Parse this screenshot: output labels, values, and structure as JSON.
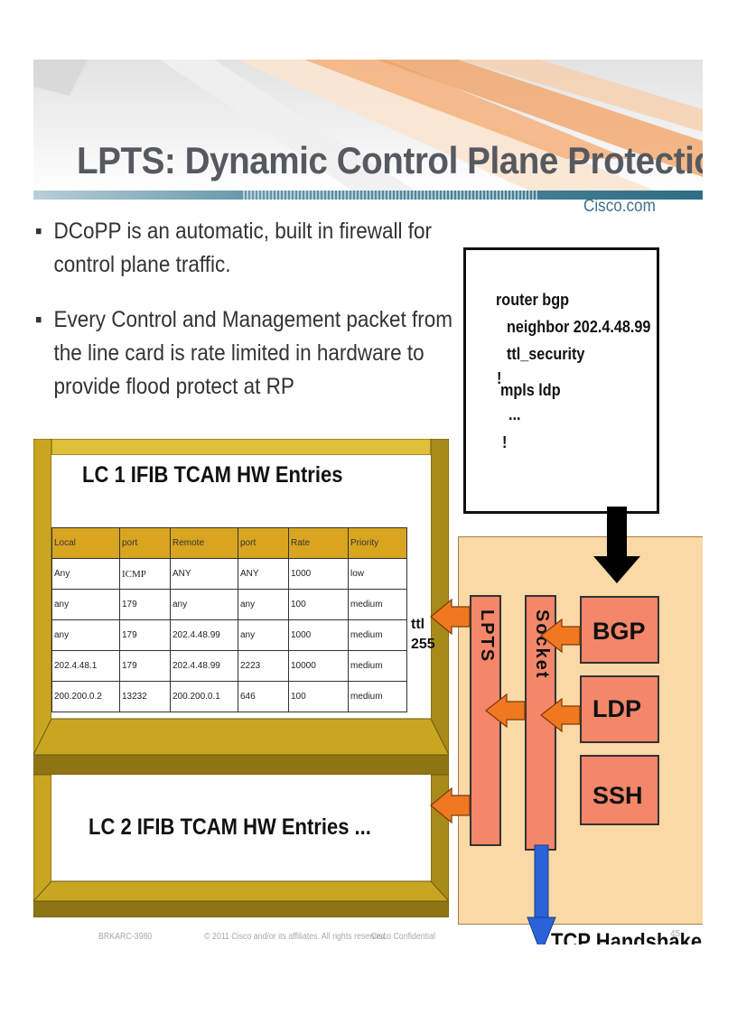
{
  "slide": {
    "title": "LPTS: Dynamic Control Plane Protection",
    "brand": "Cisco.com",
    "bullets": [
      {
        "lines": [
          "DCoPP is an automatic, built in firewall for",
          "control plane traffic."
        ]
      },
      {
        "lines": [
          "Every Control and Management packet from",
          "the line card is rate limited in hardware to",
          "provide flood protect at RP"
        ]
      }
    ],
    "bullet_marker": "▪"
  },
  "config": {
    "lines": [
      "router bgp",
      "neighbor 202.4.48.99",
      "ttl_security",
      "!",
      "mpls ldp",
      "...",
      "!"
    ]
  },
  "lc1": {
    "title": "LC 1 IFIB TCAM HW Entries",
    "columns": [
      "Local",
      "port",
      "Remote",
      "port",
      "Rate",
      "Priority"
    ],
    "rows": [
      [
        "Any",
        "ICMP",
        "ANY",
        "ANY",
        "1000",
        "low"
      ],
      [
        "any",
        "179",
        "any",
        "any",
        "100",
        "medium"
      ],
      [
        "any",
        "179",
        "202.4.48.99",
        "any",
        "1000",
        "medium"
      ],
      [
        "202.4.48.1",
        "179",
        "202.4.48.99",
        "2223",
        "10000",
        "medium"
      ],
      [
        "200.200.0.2",
        "13232",
        "200.200.0.1",
        "646",
        "100",
        "medium"
      ]
    ],
    "ttl_note": [
      "ttl",
      "255"
    ]
  },
  "lc2": {
    "title": "LC 2 IFIB TCAM HW Entries ..."
  },
  "rp": {
    "lpts": "LPTS",
    "socket": "Socket",
    "apps": [
      "BGP",
      "LDP",
      "SSH"
    ],
    "tcp_label": "TCP Handshake"
  },
  "footer": {
    "session": "BRKARC-3980",
    "copyright": "© 2011 Cisco and/or its affiliates. All rights reserved.",
    "confidential": "Cisco Confidential",
    "page": "45"
  },
  "colors": {
    "gold": "#c9a622",
    "gold_dark": "#8e7413",
    "table_header": "#d9a520",
    "rp_bg": "#fad9a6",
    "module": "#f4866a",
    "arrow_orange": "#f07820",
    "arrow_blue": "#2a63d8",
    "cisco_teal": "#3e7d93"
  }
}
